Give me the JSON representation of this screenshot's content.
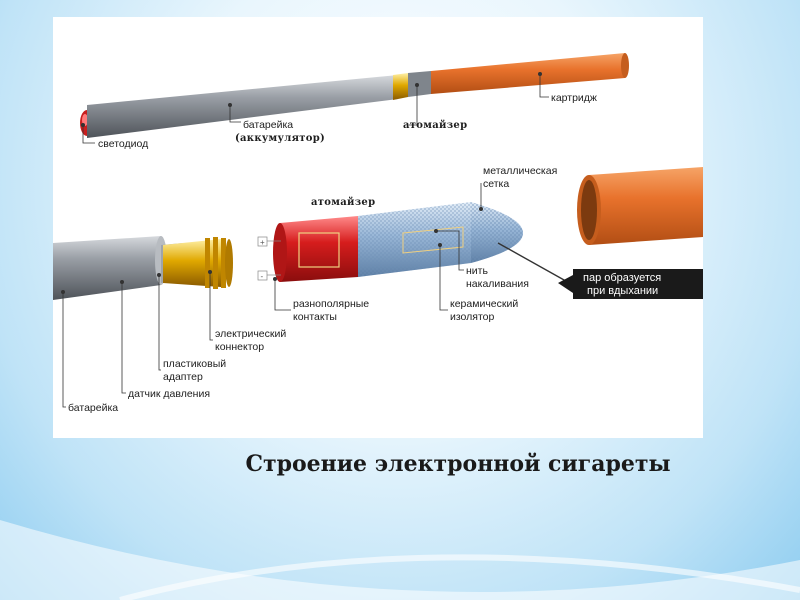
{
  "title": "Строение электронной сигареты",
  "labels": {
    "led": "светодиод",
    "battery_top_1": "батарейка",
    "battery_top_2": "(аккумулятор)",
    "atomizer_top": "атомайзер",
    "cartridge": "картридж",
    "atomizer_mid": "атомайзер",
    "mesh_1": "металлическая",
    "mesh_2": "сетка",
    "filament_1": "нить",
    "filament_2": "накаливания",
    "vapor_1": "пар образуется",
    "vapor_2": "при вдыхании",
    "contacts_1": "разнополярные",
    "contacts_2": "контакты",
    "insulator_1": "керамический",
    "insulator_2": "изолятор",
    "connector_1": "электрический",
    "connector_2": "коннектор",
    "adapter_1": "пластиковый",
    "adapter_2": "адаптер",
    "pressure_sensor": "датчик давления",
    "battery_bottom": "батарейка"
  },
  "colors": {
    "cartridge": "#e8722c",
    "battery_body": "#8a8f96",
    "gold": "#e0a800",
    "red_contacts": "#d61d1d",
    "atomizer_blue": "#9ab8d8",
    "callout_bg": "#1a1a1a"
  }
}
